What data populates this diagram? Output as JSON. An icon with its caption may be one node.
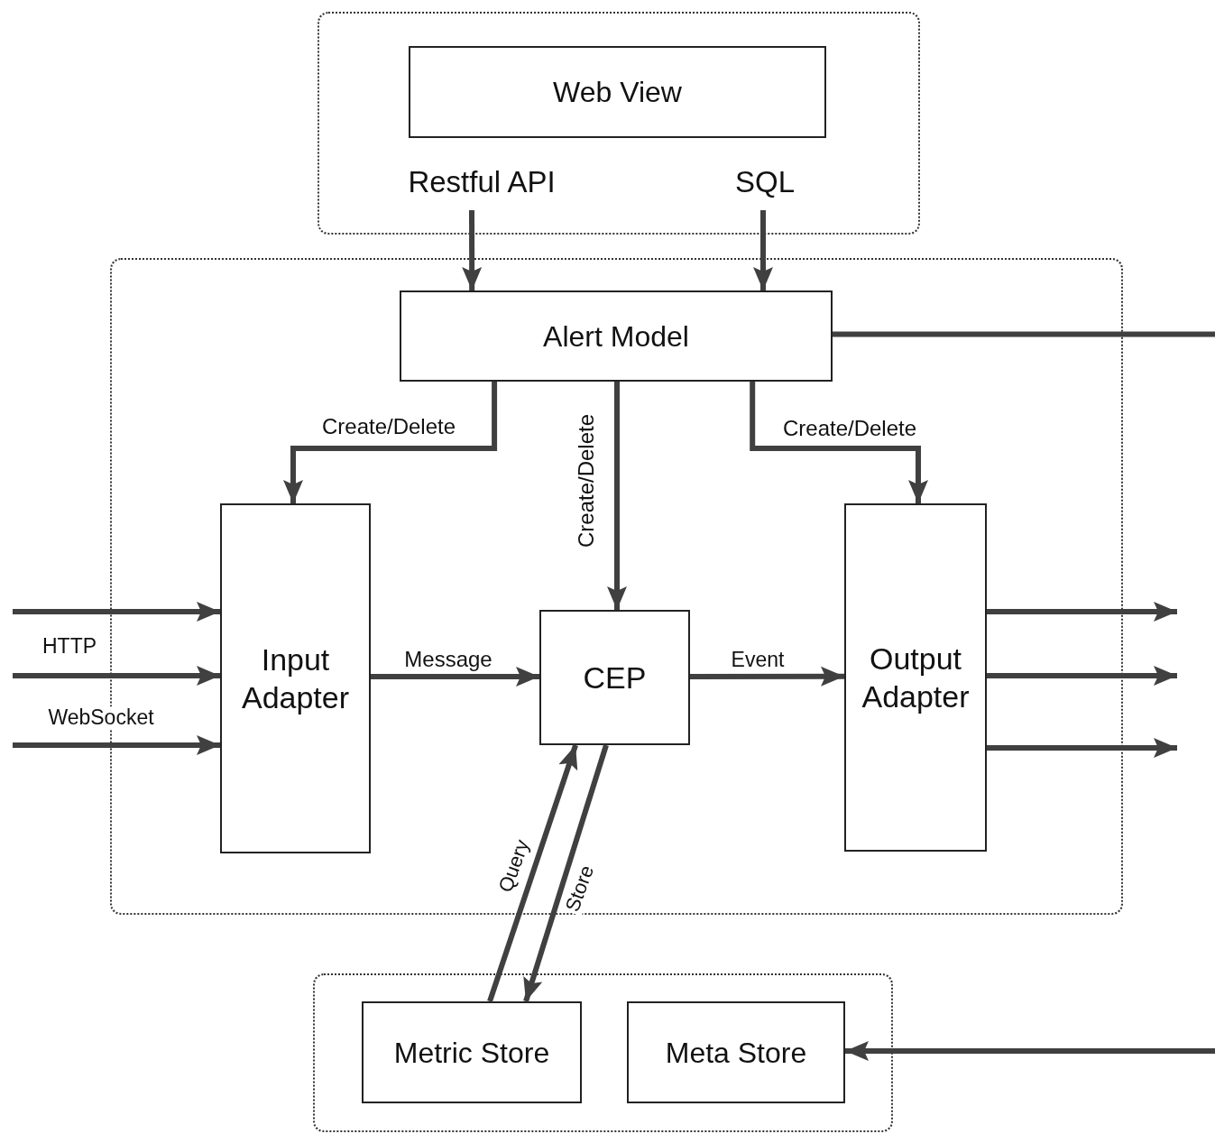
{
  "diagram": {
    "nodes": [
      {
        "text": [],
        "shape": "box"
      },
      {
        "text": [
          "Web View"
        ],
        "in": 0
      },
      {
        "text": [],
        "shape": "box"
      },
      {
        "text": [
          "Alert Model"
        ],
        "in": 2
      },
      {
        "text": [
          "Input Adapter"
        ],
        "in": 2
      },
      {
        "text": [
          "CEP"
        ],
        "in": 2
      },
      {
        "text": [
          "Output Adapter"
        ],
        "in": 2
      },
      {
        "text": [],
        "shape": "box"
      },
      {
        "text": [
          "Metric Store"
        ],
        "in": 7
      },
      {
        "text": [
          "Meta Store"
        ],
        "in": 7
      }
    ],
    "edges": [
      {
        "from": 0,
        "to": 3,
        "arrow": "to",
        "label": "Restful API"
      },
      {
        "from": 0,
        "to": 3,
        "arrow": "to",
        "label": "SQL"
      },
      {
        "from": 3,
        "to": 4,
        "arrow": "to",
        "label": "Create/Delete"
      },
      {
        "from": 3,
        "to": 5,
        "arrow": "to",
        "label": "Create/Delete"
      },
      {
        "from": 3,
        "to": 6,
        "arrow": "to",
        "label": "Create/Delete"
      },
      {
        "from": null,
        "to": 4,
        "arrow": "to"
      },
      {
        "from": null,
        "to": 4,
        "arrow": "to",
        "label": "HTTP"
      },
      {
        "from": null,
        "to": 4,
        "arrow": "to",
        "label": "WebSocket"
      },
      {
        "from": 4,
        "to": 5,
        "arrow": "to",
        "label": "Message"
      },
      {
        "from": 5,
        "to": 6,
        "arrow": "to",
        "label": "Event"
      },
      {
        "from": 6,
        "to": null,
        "arrow": "to"
      },
      {
        "from": 6,
        "to": null,
        "arrow": "to"
      },
      {
        "from": 6,
        "to": null,
        "arrow": "to"
      },
      {
        "from": 8,
        "to": 5,
        "arrow": "to",
        "label": "Query"
      },
      {
        "from": 5,
        "to": 8,
        "arrow": "to",
        "label": "Store"
      },
      {
        "from": 3,
        "to": null,
        "arrow": "none"
      },
      {
        "from": null,
        "to": 9,
        "arrow": "to"
      }
    ]
  }
}
